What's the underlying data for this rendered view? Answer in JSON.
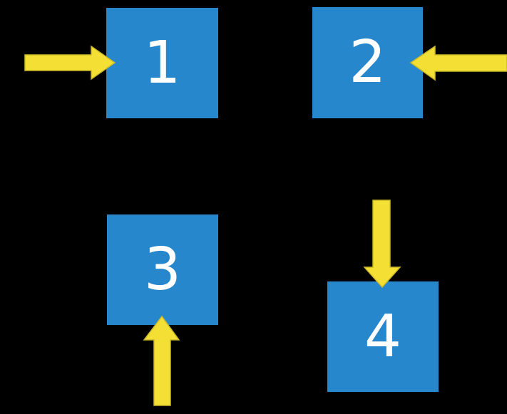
{
  "diagram": {
    "background": "#000000",
    "colors": {
      "square_fill": "#2787CC",
      "label_color": "#FFFFFF",
      "arrow_fill": "#F4DF35",
      "arrow_stroke": "#CBB929"
    },
    "squares": [
      {
        "label": "1",
        "arrow": "right-arrow-icon",
        "arrow_points_at": "left-side"
      },
      {
        "label": "2",
        "arrow": "left-arrow-icon",
        "arrow_points_at": "right-side"
      },
      {
        "label": "3",
        "arrow": "up-arrow-icon",
        "arrow_points_at": "bottom-side"
      },
      {
        "label": "4",
        "arrow": "down-arrow-icon",
        "arrow_points_at": "top-side"
      }
    ]
  }
}
